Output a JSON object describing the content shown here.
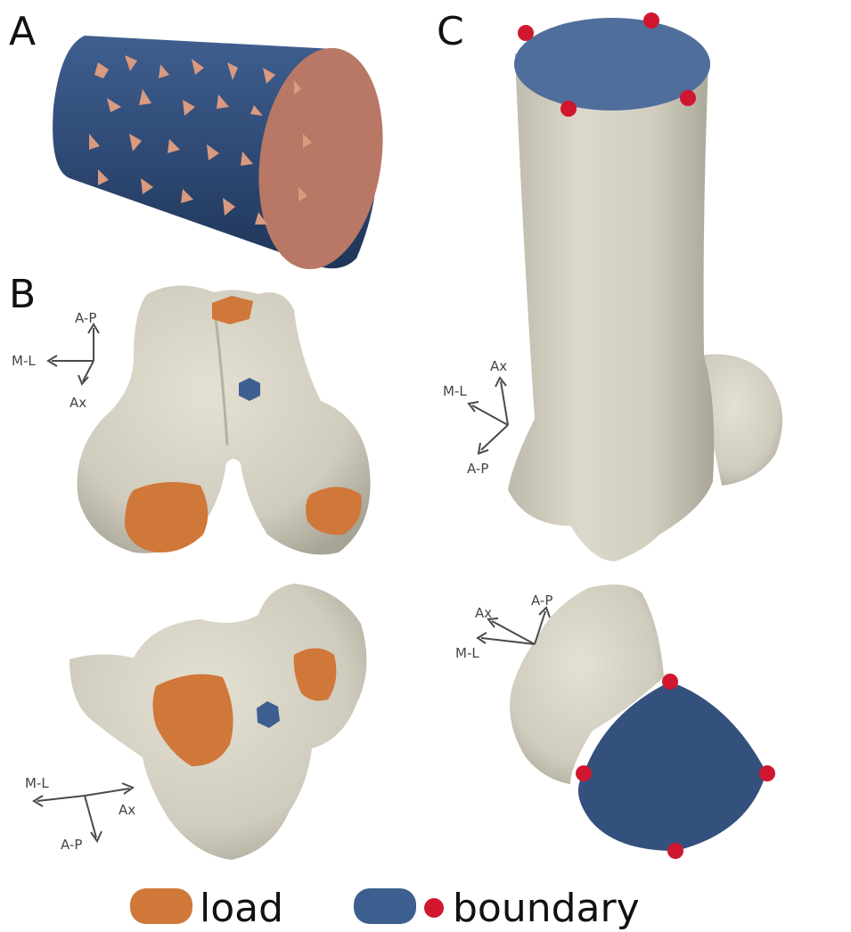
{
  "panels": {
    "a": {
      "label": "A"
    },
    "b": {
      "label": "B"
    },
    "c": {
      "label": "C"
    }
  },
  "axes": {
    "b_top": {
      "ap": "A-P",
      "ml": "M-L",
      "ax": "Ax"
    },
    "b_bottom": {
      "ml": "M-L",
      "ax": "Ax",
      "ap": "A-P"
    },
    "c_top": {
      "ax": "Ax",
      "ml": "M-L",
      "ap": "A-P"
    },
    "c_bottom": {
      "ap": "A-P",
      "ax": "Ax",
      "ml": "M-L"
    }
  },
  "legend": {
    "load": {
      "label": "load",
      "color": "#d0773a"
    },
    "boundary": {
      "label": "boundary",
      "color": "#3d5f8f",
      "dot_color": "#d0172f"
    }
  },
  "colors": {
    "bone": "#d8d4c6",
    "bone_shadow": "#b5b1a3",
    "cylinder": "#34507d",
    "cut_face": "#b87865",
    "load": "#d0773a",
    "boundary": "#3d5f8f",
    "boundary_point": "#d0172f"
  }
}
